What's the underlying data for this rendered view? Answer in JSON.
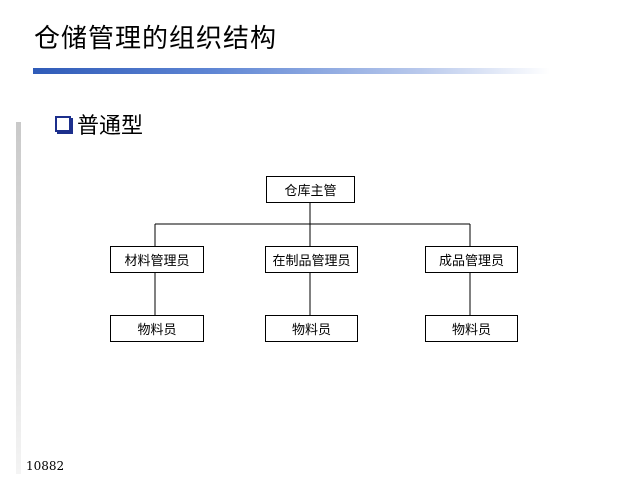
{
  "slide": {
    "title": "仓储管理的组织结构",
    "bullet": "普通型",
    "page_number": "10882"
  },
  "org_chart": {
    "root": "仓库主管",
    "managers": [
      "材料管理员",
      "在制品管理员",
      "成品管理员"
    ],
    "clerks": [
      "物料员",
      "物料员",
      "物料员"
    ]
  },
  "colors": {
    "title_bar": "#2f5bb8",
    "bullet_icon": "#1c2f8c"
  },
  "icons": {
    "bullet": "hollow-square-icon"
  }
}
